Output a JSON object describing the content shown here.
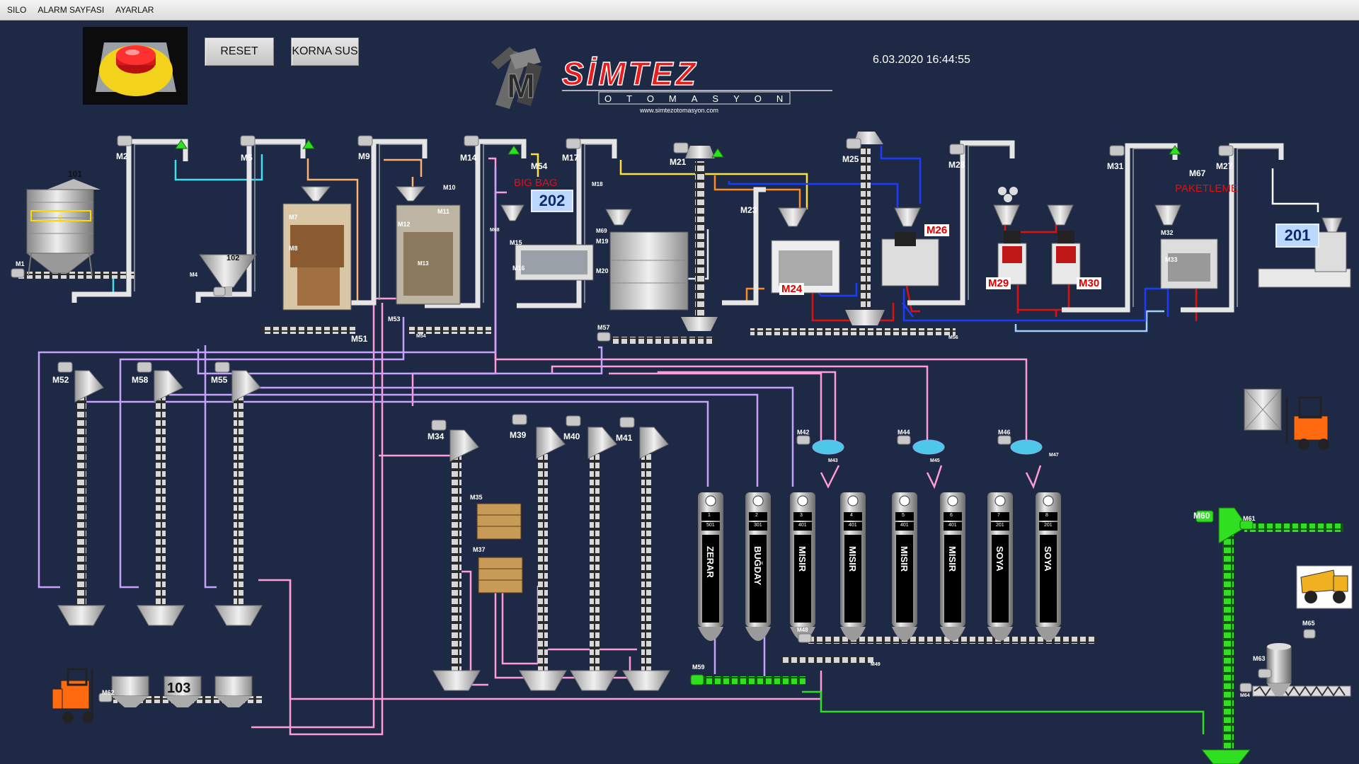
{
  "menu": [
    "SILO",
    "ALARM SAYFASI",
    "AYARLAR"
  ],
  "buttons": {
    "reset": "RESET",
    "horn": "KORNA SUS"
  },
  "datetime": "6.03.2020 16:44:55",
  "logo": {
    "brand": "SİMTEZ",
    "sub": "OTOMASYON",
    "url": "www.simtezotomasyon.com"
  },
  "colors": {
    "background": "#1e2a45",
    "pink": "#ff9bd8",
    "purple": "#c8a0ff",
    "cyan": "#40e0f0",
    "blue": "#1a3cff",
    "red": "#e01010",
    "orange": "#ff8a20",
    "yellow": "#ffe040",
    "green": "#30e020",
    "lightblue": "#9fd0ff"
  },
  "bins": {
    "bin202": "202",
    "bin201": "201",
    "silo101": "101",
    "silo101_value": "0",
    "hopper102": "102",
    "bin103": "103"
  },
  "tags": {
    "bigbag": "BIG BAG",
    "paketleme": "PAKETLEME",
    "m24": "M24",
    "m26": "M26",
    "m29": "M29",
    "m30": "M30"
  },
  "motors": {
    "m1": "M1",
    "m2": "M2",
    "m4": "M4",
    "m5": "M5",
    "m7": "M7",
    "m8": "M8",
    "m9": "M9",
    "m10": "M10",
    "m11": "M11",
    "m12": "M12",
    "m13": "M13",
    "m14": "M14",
    "m15": "M15",
    "m16": "M16",
    "m17": "M17",
    "m18": "M18",
    "m19": "M19",
    "m20": "M20",
    "m21": "M21",
    "m23": "M23",
    "m25": "M25",
    "m27": "M27",
    "m28": "M28",
    "m31": "M31",
    "m32": "M32",
    "m33": "M33",
    "m34": "M34",
    "m35": "M35",
    "m37": "M37",
    "m39": "M39",
    "m40": "M40",
    "m41": "M41",
    "m42": "M42",
    "m43": "M43",
    "m44": "M44",
    "m45": "M45",
    "m46": "M46",
    "m47": "M47",
    "m48": "M48",
    "m49": "M49",
    "m51": "M51",
    "m52": "M52",
    "m53": "M53",
    "m54": "M54",
    "m54b": "M54",
    "m55": "M55",
    "m56": "M56",
    "m57": "M57",
    "m58": "M58",
    "m59": "M59",
    "m60": "M60",
    "m61": "M61",
    "m62": "M62",
    "m63": "M63",
    "m64": "M64",
    "m65": "M65",
    "m67": "M67",
    "m68": "M68",
    "m69": "M69"
  },
  "silos": [
    {
      "no": "1",
      "code": "501",
      "name": "ZERAR"
    },
    {
      "no": "2",
      "code": "301",
      "name": "BUĞDAY"
    },
    {
      "no": "3",
      "code": "401",
      "name": "MISIR"
    },
    {
      "no": "4",
      "code": "401",
      "name": "MISIR"
    },
    {
      "no": "5",
      "code": "401",
      "name": "MISIR"
    },
    {
      "no": "6",
      "code": "401",
      "name": "MISIR"
    },
    {
      "no": "7",
      "code": "201",
      "name": "SOYA"
    },
    {
      "no": "8",
      "code": "201",
      "name": "SOYA"
    }
  ]
}
